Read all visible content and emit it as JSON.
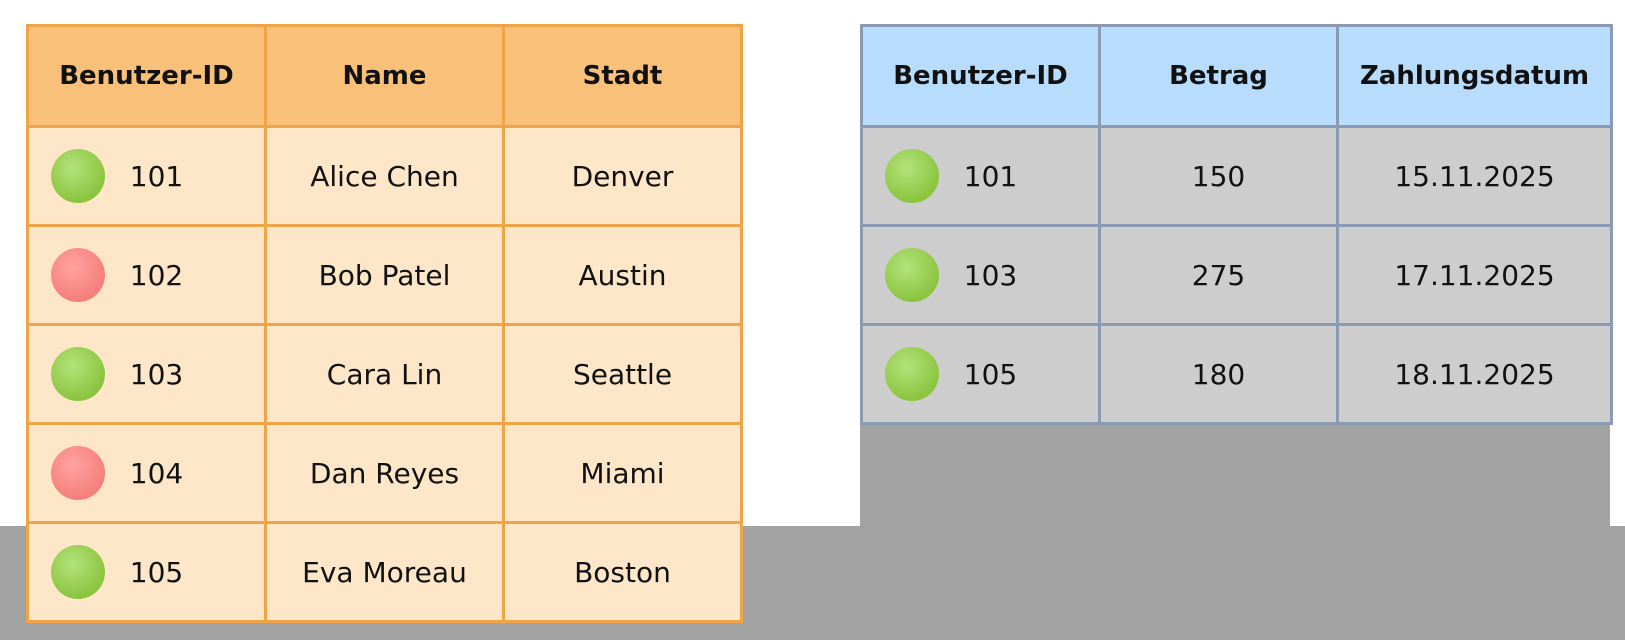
{
  "colors": {
    "users_header_bg": "#f9c07a",
    "users_body_bg": "#fee7c8",
    "users_border": "#f0a448",
    "payments_header_bg": "#b8dcfb",
    "payments_body_bg": "#cdcdcd",
    "payments_border": "#8a9ab3",
    "match_dot": "#8bc53f",
    "no_match_dot": "#f57f7b"
  },
  "users_table": {
    "headers": [
      "Benutzer-ID",
      "Name",
      "Stadt"
    ],
    "rows": [
      {
        "id": "101",
        "name": "Alice Chen",
        "city": "Denver",
        "status": "green"
      },
      {
        "id": "102",
        "name": "Bob Patel",
        "city": "Austin",
        "status": "red"
      },
      {
        "id": "103",
        "name": "Cara Lin",
        "city": "Seattle",
        "status": "green"
      },
      {
        "id": "104",
        "name": "Dan Reyes",
        "city": "Miami",
        "status": "red"
      },
      {
        "id": "105",
        "name": "Eva Moreau",
        "city": "Boston",
        "status": "green"
      }
    ]
  },
  "payments_table": {
    "headers": [
      "Benutzer-ID",
      "Betrag",
      "Zahlungsdatum"
    ],
    "rows": [
      {
        "id": "101",
        "amount": "150",
        "date": "15.11.2025",
        "status": "green"
      },
      {
        "id": "103",
        "amount": "275",
        "date": "17.11.2025",
        "status": "green"
      },
      {
        "id": "105",
        "amount": "180",
        "date": "18.11.2025",
        "status": "green"
      }
    ]
  }
}
